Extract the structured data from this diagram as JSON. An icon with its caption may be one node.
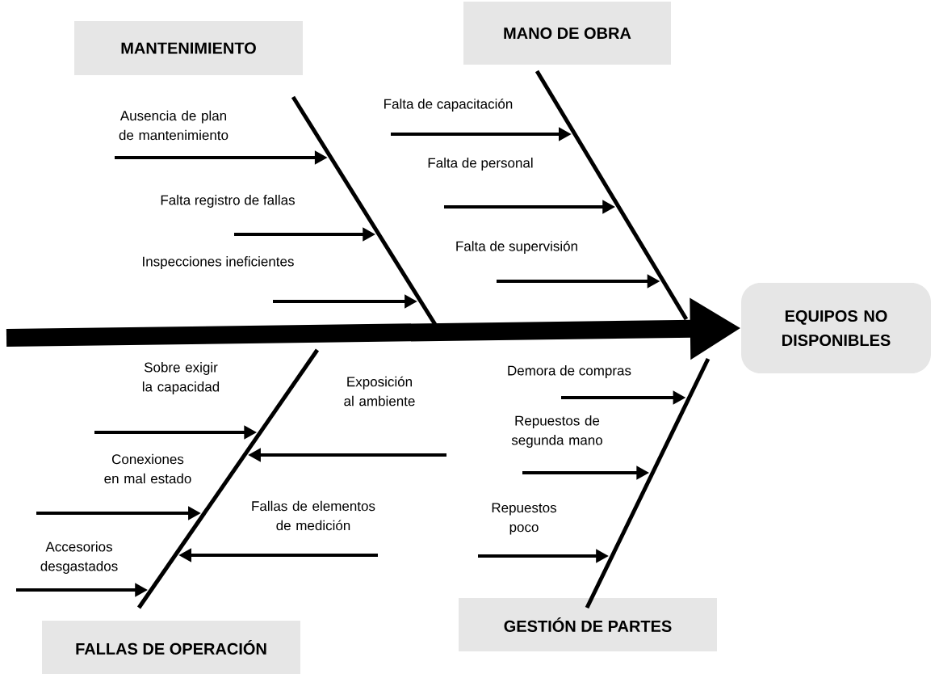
{
  "diagram": {
    "nodes": [
      {
        "text": [
          "MANTENIMIENTO"
        ]
      },
      {
        "text": [
          "MANO DE OBRA"
        ]
      },
      {
        "text": [
          "EQUIPOS NO DISPONIBLES"
        ]
      },
      {
        "text": [
          "FALLAS DE OPERACIÓN"
        ]
      },
      {
        "text": [
          "GESTIÓN DE PARTES"
        ]
      },
      {
        "text": [],
        "shape": "bar"
      },
      {
        "text": [],
        "shape": "bar"
      },
      {
        "text": [],
        "shape": "bar"
      },
      {
        "text": [],
        "shape": "bar"
      }
    ],
    "edges": [
      {
        "from": null,
        "to": 5,
        "arrow": "to",
        "label": "Ausencia de plan de mantenimiento"
      },
      {
        "from": null,
        "to": 6,
        "arrow": "to",
        "label": "Falta de capacitación"
      },
      {
        "from": null,
        "to": 6,
        "arrow": "to",
        "label": "Falta de personal"
      },
      {
        "from": null,
        "to": 5,
        "arrow": "to",
        "label": "Falta registro de fallas"
      },
      {
        "from": null,
        "to": 6,
        "arrow": "to",
        "label": "Falta de supervisión"
      },
      {
        "from": null,
        "to": 5,
        "arrow": "to",
        "label": "Inspecciones ineficientes"
      },
      {
        "from": null,
        "to": 2,
        "arrow": "to",
        "style": "thick"
      },
      {
        "from": null,
        "to": 7,
        "arrow": "to",
        "label": "Sobre exigir la capacidad"
      },
      {
        "from": null,
        "to": 8,
        "arrow": "to",
        "label": "Demora de compras"
      },
      {
        "from": null,
        "to": 7,
        "arrow": "to",
        "label": "Exposición al ambiente"
      },
      {
        "from": null,
        "to": 8,
        "arrow": "to",
        "label": "Repuestos de segunda mano"
      },
      {
        "from": null,
        "to": 7,
        "arrow": "to",
        "label": "Conexiones en mal estado"
      },
      {
        "from": null,
        "to": 7,
        "arrow": "to",
        "label": "Fallas de elementos de medición"
      },
      {
        "from": null,
        "to": 8,
        "arrow": "to",
        "label": "Repuestos poco"
      },
      {
        "from": null,
        "to": 7,
        "arrow": "to",
        "label": "Accesorios desgastados"
      }
    ]
  }
}
